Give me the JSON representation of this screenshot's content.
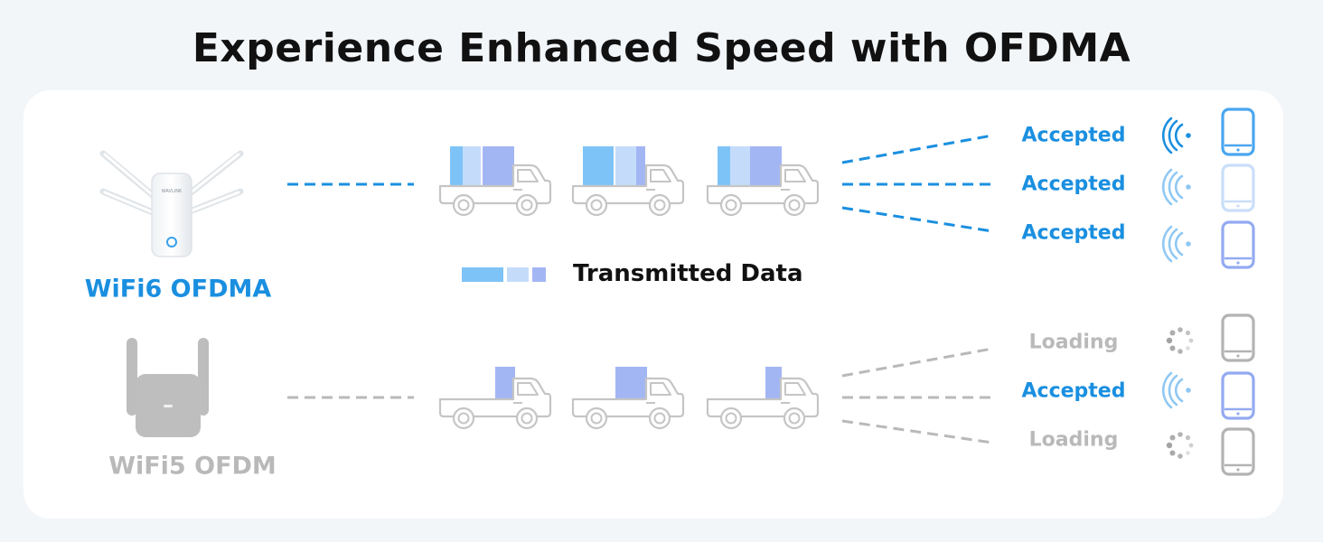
{
  "title": "Experience Enhanced Speed with OFDMA",
  "colors": {
    "accent": "#1a8fe0",
    "gray": "#b9b9b9",
    "box_dark": "#a3b6f4",
    "box_mid": "#7ec3f7",
    "box_light": "#c4dcfa"
  },
  "wifi6": {
    "label": "WiFi6 OFDMA",
    "router_brand": "WAVLINK",
    "link_icon": "dashed-line",
    "truck_icon": "truck-icon",
    "devices": [
      {
        "status": "Accepted",
        "signal_icon": "wifi-signal-icon",
        "phone_icon": "phone-icon",
        "phone_tone": "bright"
      },
      {
        "status": "Accepted",
        "signal_icon": "wifi-signal-icon",
        "phone_icon": "phone-icon",
        "phone_tone": "light"
      },
      {
        "status": "Accepted",
        "signal_icon": "wifi-signal-icon",
        "phone_icon": "phone-icon",
        "phone_tone": "periwinkle"
      }
    ]
  },
  "wifi5": {
    "label": "WiFi5 OFDM",
    "devices": [
      {
        "status": "Loading",
        "signal_icon": "loading-spinner-icon",
        "phone_icon": "phone-icon",
        "phone_tone": "gray"
      },
      {
        "status": "Accepted",
        "signal_icon": "wifi-signal-icon",
        "phone_icon": "phone-icon",
        "phone_tone": "periwinkle"
      },
      {
        "status": "Loading",
        "signal_icon": "loading-spinner-icon",
        "phone_icon": "phone-icon",
        "phone_tone": "gray"
      }
    ]
  },
  "legend": {
    "label": "Transmitted Data",
    "icon": "data-blocks-icon"
  }
}
